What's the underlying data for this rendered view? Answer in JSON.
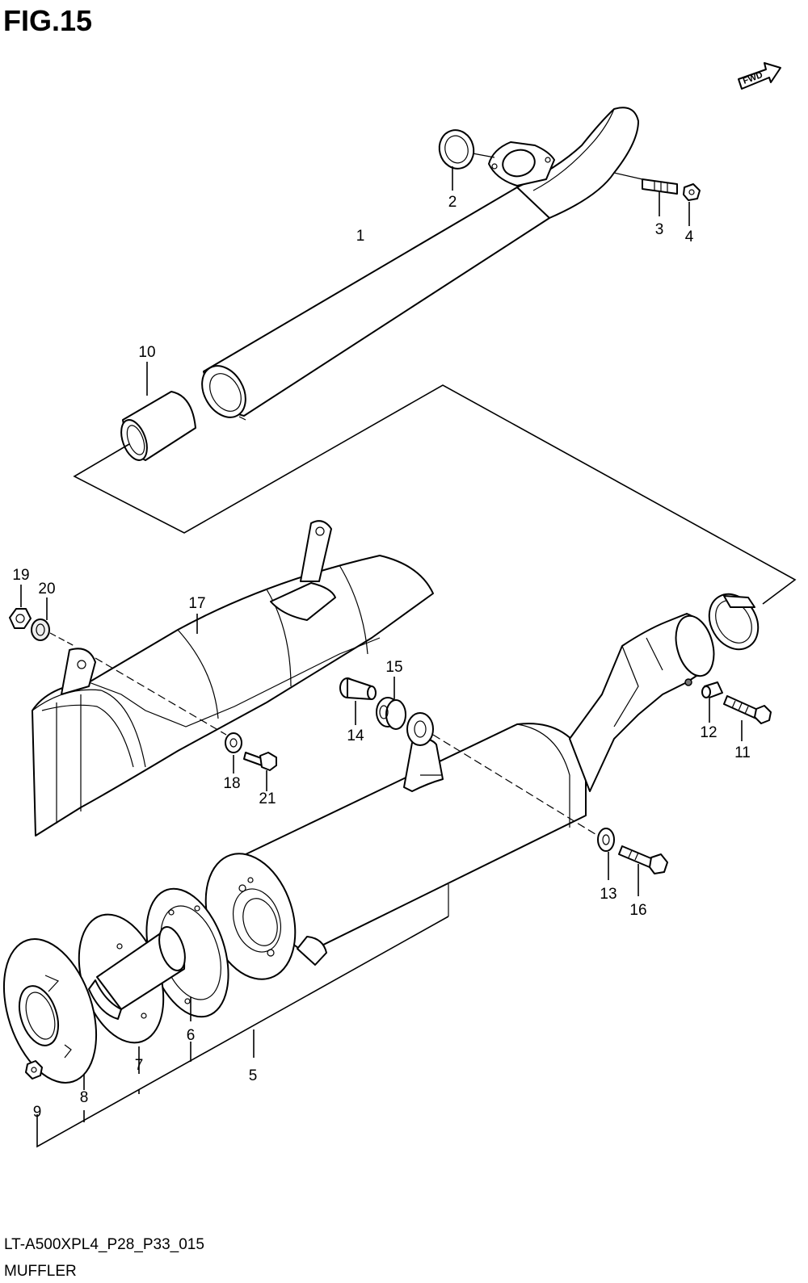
{
  "figure_title": "FIG.15",
  "direction_label": "FWD",
  "drawing_code": "LT-A500XPL4_P28_P33_015",
  "section_name": "MUFFLER",
  "callouts": [
    {
      "id": "1",
      "text": "1"
    },
    {
      "id": "2",
      "text": "2"
    },
    {
      "id": "3",
      "text": "3"
    },
    {
      "id": "4",
      "text": "4"
    },
    {
      "id": "5",
      "text": "5"
    },
    {
      "id": "6",
      "text": "6"
    },
    {
      "id": "7",
      "text": "7"
    },
    {
      "id": "8",
      "text": "8"
    },
    {
      "id": "9",
      "text": "9"
    },
    {
      "id": "10",
      "text": "10"
    },
    {
      "id": "11",
      "text": "11"
    },
    {
      "id": "12",
      "text": "12"
    },
    {
      "id": "13",
      "text": "13"
    },
    {
      "id": "14",
      "text": "14"
    },
    {
      "id": "15",
      "text": "15"
    },
    {
      "id": "16",
      "text": "16"
    },
    {
      "id": "17",
      "text": "17"
    },
    {
      "id": "18",
      "text": "18"
    },
    {
      "id": "19",
      "text": "19"
    },
    {
      "id": "20",
      "text": "20"
    },
    {
      "id": "21",
      "text": "21"
    }
  ]
}
